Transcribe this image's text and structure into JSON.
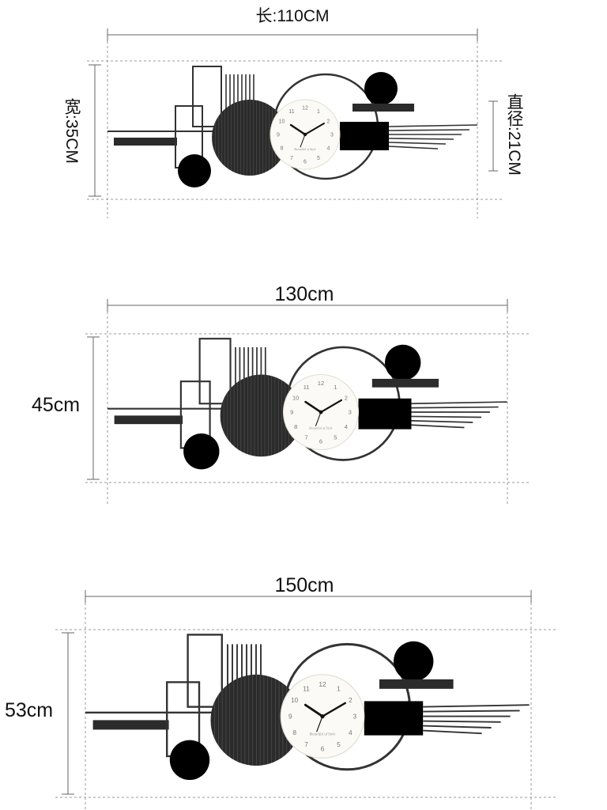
{
  "panels": [
    {
      "id": "size-110",
      "width_label": "长:110CM",
      "height_label": "宽:35CM",
      "diameter_label": "直径:21CM"
    },
    {
      "id": "size-130",
      "width_label": "130cm",
      "height_label": "45cm"
    },
    {
      "id": "size-150",
      "width_label": "150cm",
      "height_label": "53cm"
    }
  ],
  "clock": {
    "numerals": [
      "12",
      "1",
      "2",
      "3",
      "4",
      "5",
      "6",
      "7",
      "8",
      "9",
      "10",
      "11"
    ],
    "signature": "Beautiful of Style"
  },
  "colors": {
    "dark": "#2b2b2b",
    "line": "#333333",
    "wood": "#b08a62",
    "wood_dark": "#8f6a45",
    "face": "#fbfaf6",
    "guide": "#8a8a8a"
  }
}
